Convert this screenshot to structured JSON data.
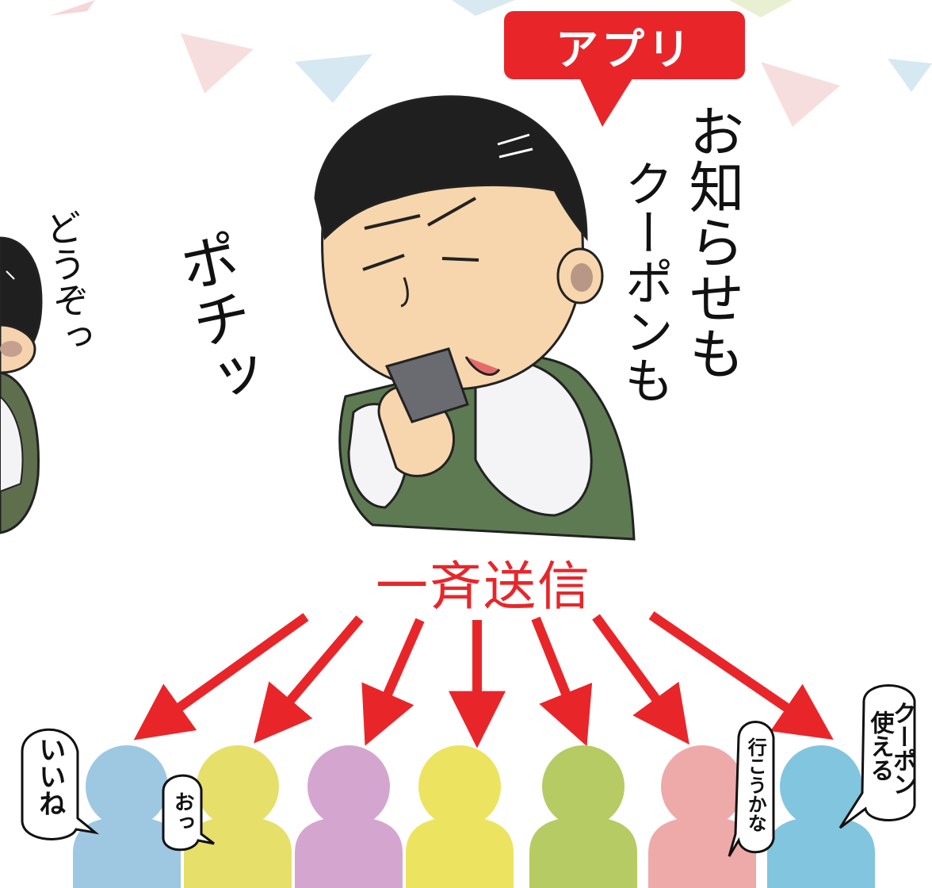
{
  "app_callout": {
    "label": "アプリ",
    "color": "#e8262a"
  },
  "speech": {
    "notice_and_coupon": [
      "お知らせも",
      "クーポンも"
    ],
    "tap_sound": "ポチッ",
    "here_you_go": "どうぞっ"
  },
  "broadcast": {
    "label": "一斉送信",
    "color": "#e8262a",
    "arrow_count": 7
  },
  "recipients": [
    {
      "color": "#9ec7e2",
      "bubble": "いいね"
    },
    {
      "color": "#e6df6a",
      "bubble": "おっ"
    },
    {
      "color": "#d4a6cf",
      "bubble": ""
    },
    {
      "color": "#ece460",
      "bubble": ""
    },
    {
      "color": "#b6cb63",
      "bubble": ""
    },
    {
      "color": "#eeaaa8",
      "bubble": "行こうかな"
    },
    {
      "color": "#82c5de",
      "bubble": [
        "クーポン",
        "使える"
      ]
    }
  ],
  "icons": [
    "bunting-flag-icon",
    "shopkeeper-character-icon",
    "smartphone-icon",
    "person-silhouette-icon",
    "speech-bubble-icon",
    "arrow-down-icon"
  ]
}
